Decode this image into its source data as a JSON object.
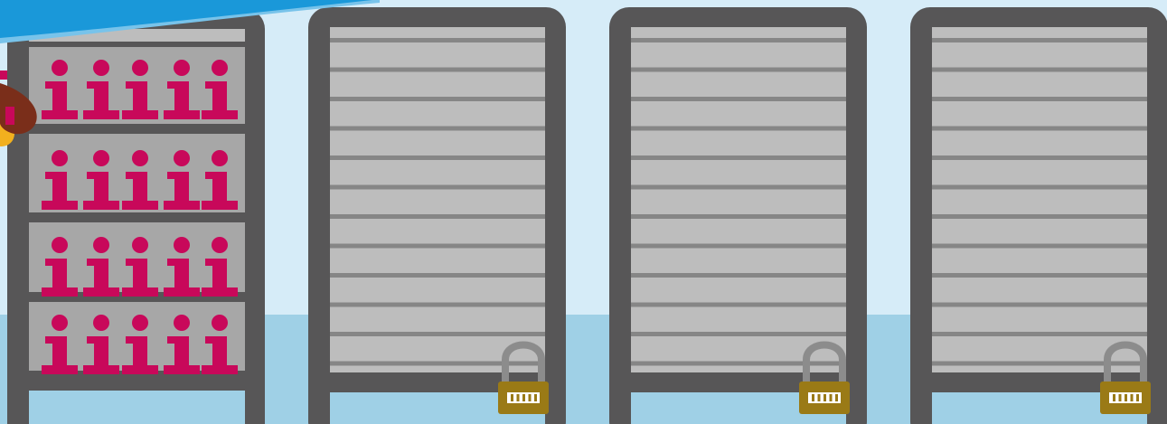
{
  "scene": {
    "label": "",
    "colors": {
      "sky": "#d6ecf8",
      "floor": "#9fd0e6",
      "frame": "#575657",
      "shelf_bg": "#a7a7a7",
      "shutter": "#bdbdbd",
      "shutter_line": "#868686",
      "info_icon": "#c8085a",
      "lock_body": "#9a7a16",
      "lock_shackle": "#8c8c8c",
      "banner": "#1a98d9",
      "banner_highlight": "#78c3ea",
      "figure_brown": "#7a2e1a",
      "figure_yellow": "#f2b01e"
    },
    "cabinets": [
      {
        "name": "open-cabinet",
        "state": "open",
        "shelves": 4,
        "icons_per_shelf": 5,
        "icon": "info-icon"
      },
      {
        "name": "locked-cabinet-1",
        "state": "locked",
        "icon": "padlock-icon"
      },
      {
        "name": "locked-cabinet-2",
        "state": "locked",
        "icon": "padlock-icon"
      },
      {
        "name": "locked-cabinet-3",
        "state": "locked",
        "icon": "padlock-icon"
      }
    ]
  }
}
